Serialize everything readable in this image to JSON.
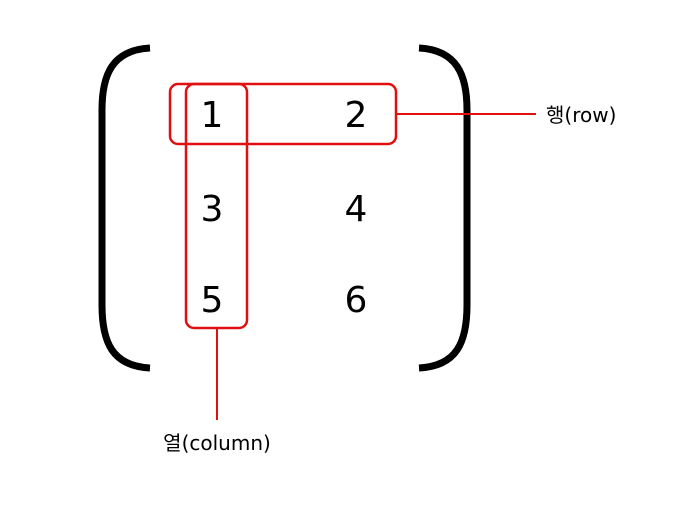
{
  "matrix": {
    "rows": [
      [
        "1",
        "2"
      ],
      [
        "3",
        "4"
      ],
      [
        "5",
        "6"
      ]
    ]
  },
  "annotations": {
    "row_label": "행(row)",
    "column_label": "열(column)"
  },
  "colors": {
    "bracket": "#000000",
    "highlight": "#e01010"
  }
}
